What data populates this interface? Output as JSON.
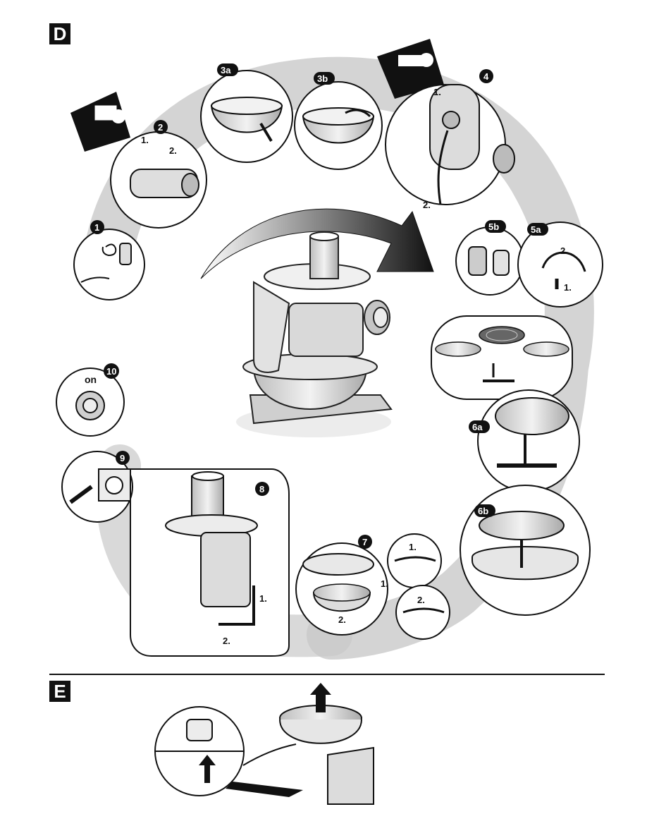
{
  "sections": {
    "d_label": "D",
    "e_label": "E"
  },
  "steps": {
    "s1": "1",
    "s2": "2",
    "s3a": "3a",
    "s3b": "3b",
    "s4": "4",
    "s5a": "5a",
    "s5b": "5b",
    "s6a": "6a",
    "s6b": "6b",
    "s7": "7",
    "s8": "8",
    "s9": "9",
    "s10": "10"
  },
  "substeps": {
    "one": "1.",
    "two": "2."
  },
  "switch_label": "on",
  "colors": {
    "background": "#ffffff",
    "ink": "#111111",
    "swirl": "#c9c9c9",
    "appliance": "#dcdcdc"
  }
}
